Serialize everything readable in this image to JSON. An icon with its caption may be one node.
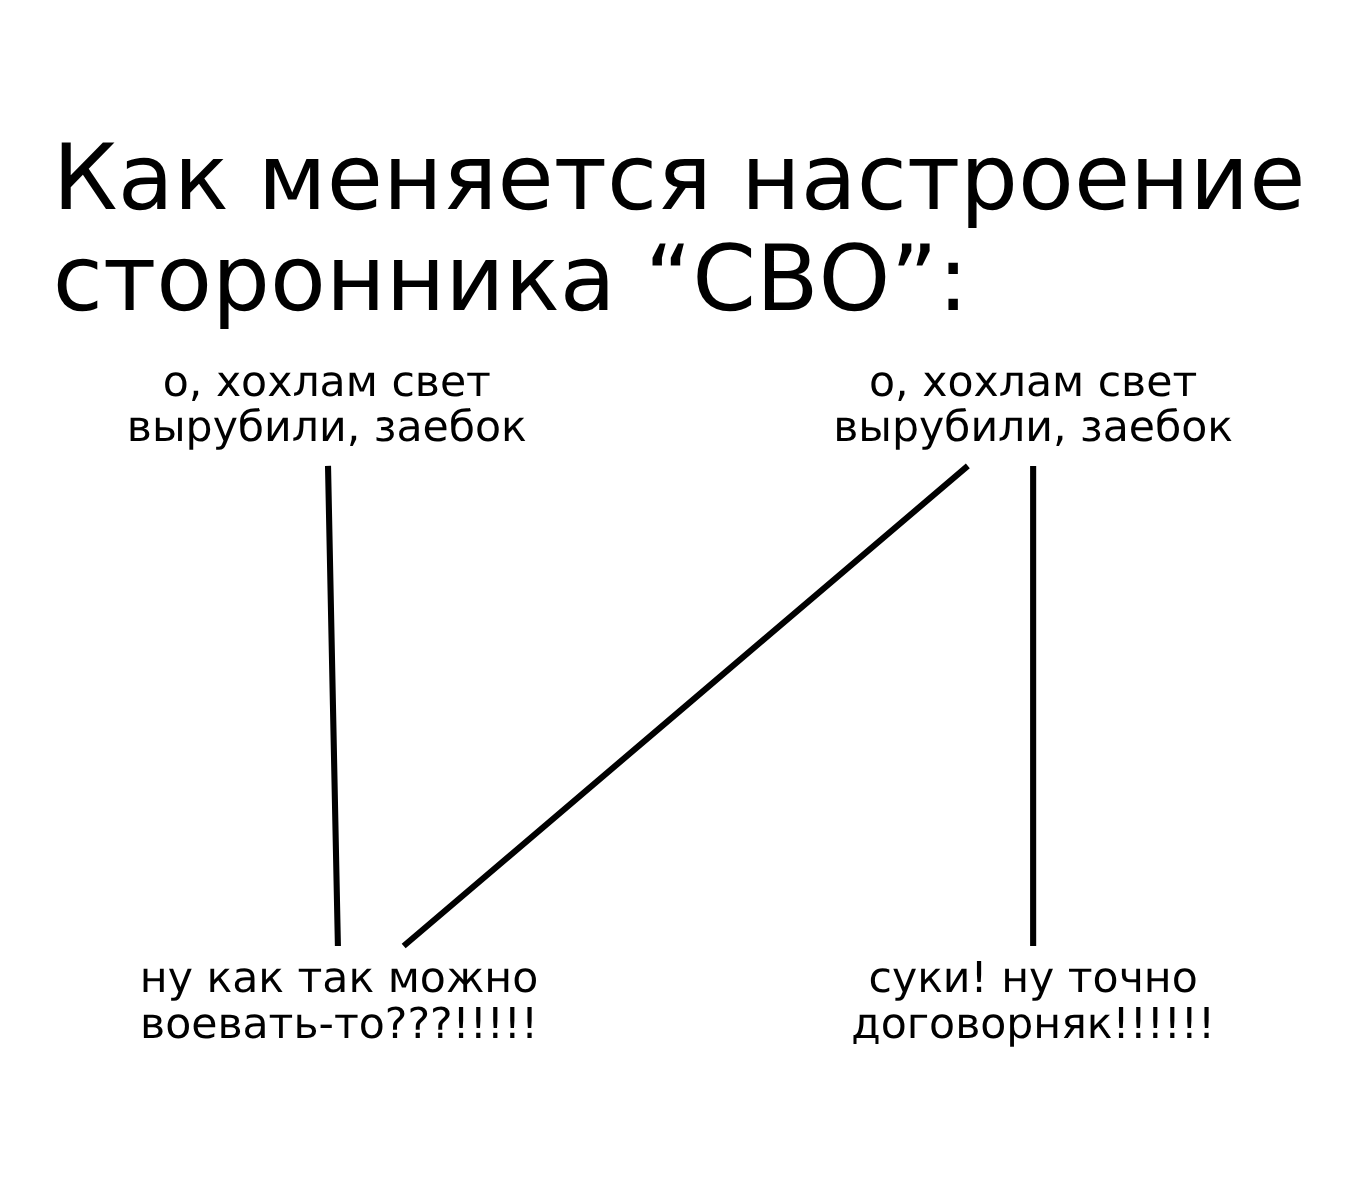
{
  "diagram": {
    "title": "Как меняется настроение сторонника “СВО”:",
    "nodes": [
      {
        "text": [
          "о, хохлам свет вырубили, заебок"
        ]
      },
      {
        "text": [
          "о, хохлам свет вырубили, заебок"
        ]
      },
      {
        "text": [
          "суки! ну точно договорняк!!!!!!"
        ]
      },
      {
        "text": [
          "ну как так можно воевать-то???!!!!!"
        ]
      }
    ],
    "edges": [
      {
        "from": 2,
        "to": 0,
        "arrow": "none"
      },
      {
        "from": 0,
        "to": 3,
        "arrow": "none"
      },
      {
        "from": 3,
        "to": 1,
        "arrow": "none"
      }
    ]
  }
}
